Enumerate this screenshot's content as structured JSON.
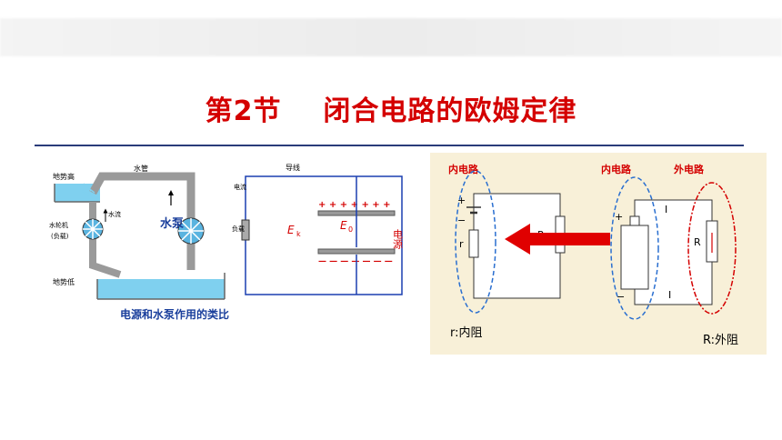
{
  "slide": {
    "title": "第2节    闭合电路的欧姆定律"
  },
  "left_figure": {
    "labels": {
      "high_level": "地势高",
      "water_pipe": "水管",
      "water_flow": "水流",
      "turbine": "水轮机",
      "load": "(负载)",
      "pump": "水泵",
      "low_level": "地势低",
      "wire": "导线",
      "current": "电流",
      "load_resistor": "负载",
      "ek": "E",
      "ek_sub": "k",
      "e0": "E",
      "e0_sub": "0",
      "source": "电源",
      "plus_row": "+ + + + + + +",
      "minus_row": "— — — — — — —"
    },
    "caption": "电源和水泵作用的类比"
  },
  "right_figure": {
    "labels": {
      "inner_circuit_left": "内电路",
      "inner_circuit_right": "内电路",
      "outer_circuit": "外电路",
      "r_small": "r",
      "R_big_left": "R",
      "R_big_right": "R",
      "I_top": "I",
      "I_bottom": "I",
      "plus": "+",
      "minus": "−",
      "r_caption": "r:内阻",
      "R_caption": "R:外阻"
    }
  }
}
